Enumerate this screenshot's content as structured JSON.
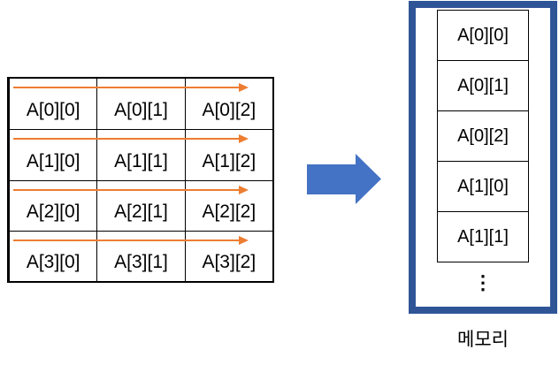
{
  "colors": {
    "row_arrow_orange": "#ED7D31",
    "flow_arrow_blue": "#4472C4",
    "memory_border_blue": "#2F5597",
    "table_border": "#000000",
    "text": "#000000",
    "background": "#FFFFFF"
  },
  "array_table": {
    "rows": [
      [
        "A[0][0]",
        "A[0][1]",
        "A[0][2]"
      ],
      [
        "A[1][0]",
        "A[1][1]",
        "A[1][2]"
      ],
      [
        "A[2][0]",
        "A[2][1]",
        "A[2][2]"
      ],
      [
        "A[3][0]",
        "A[3][1]",
        "A[3][2]"
      ]
    ]
  },
  "icons": {
    "row_arrow": "right-arrow-line",
    "flow_arrow": "right-block-arrow"
  },
  "memory": {
    "cells": [
      "A[0][0]",
      "A[0][1]",
      "A[0][2]",
      "A[1][0]",
      "A[1][1]"
    ],
    "ellipsis": "⋮",
    "label": "메모리"
  }
}
